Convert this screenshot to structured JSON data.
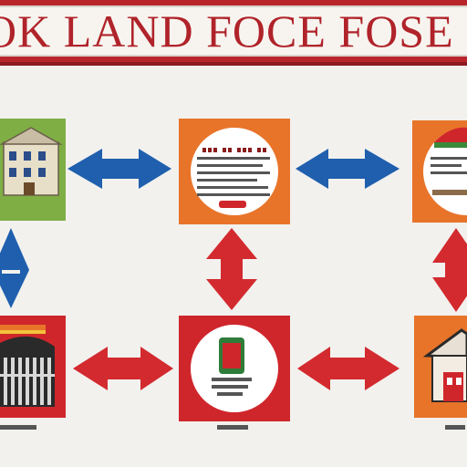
{
  "title": "OK LAND FOCE FOSE PAN",
  "colors": {
    "banner_red": "#b8262c",
    "title_red": "#b0232a",
    "arrow_blue": "#1f5fae",
    "arrow_red": "#d32a2f",
    "card_green": "#7fae45",
    "card_orange": "#e8742a",
    "card_red": "#cf262c"
  },
  "nodes": [
    {
      "name": "bank-building",
      "icon": "bank-building-icon",
      "color": "card_green"
    },
    {
      "name": "document",
      "icon": "document-icon",
      "color": "card_orange"
    },
    {
      "name": "store",
      "icon": "store-icon",
      "color": "card_orange"
    },
    {
      "name": "warehouse",
      "icon": "warehouse-icon",
      "color": "card_red"
    },
    {
      "name": "phone",
      "icon": "phone-icon",
      "color": "card_red"
    },
    {
      "name": "house",
      "icon": "house-icon",
      "color": "card_orange"
    }
  ],
  "arrows": [
    {
      "from": "bank-building",
      "to": "document",
      "color": "arrow_blue"
    },
    {
      "from": "document",
      "to": "store",
      "color": "arrow_blue"
    },
    {
      "from": "bank-building",
      "to": "warehouse",
      "color": "arrow_blue"
    },
    {
      "from": "document",
      "to": "phone",
      "color": "arrow_red"
    },
    {
      "from": "store",
      "to": "house",
      "color": "arrow_red"
    },
    {
      "from": "warehouse",
      "to": "phone",
      "color": "arrow_red"
    },
    {
      "from": "phone",
      "to": "house",
      "color": "arrow_red"
    }
  ]
}
